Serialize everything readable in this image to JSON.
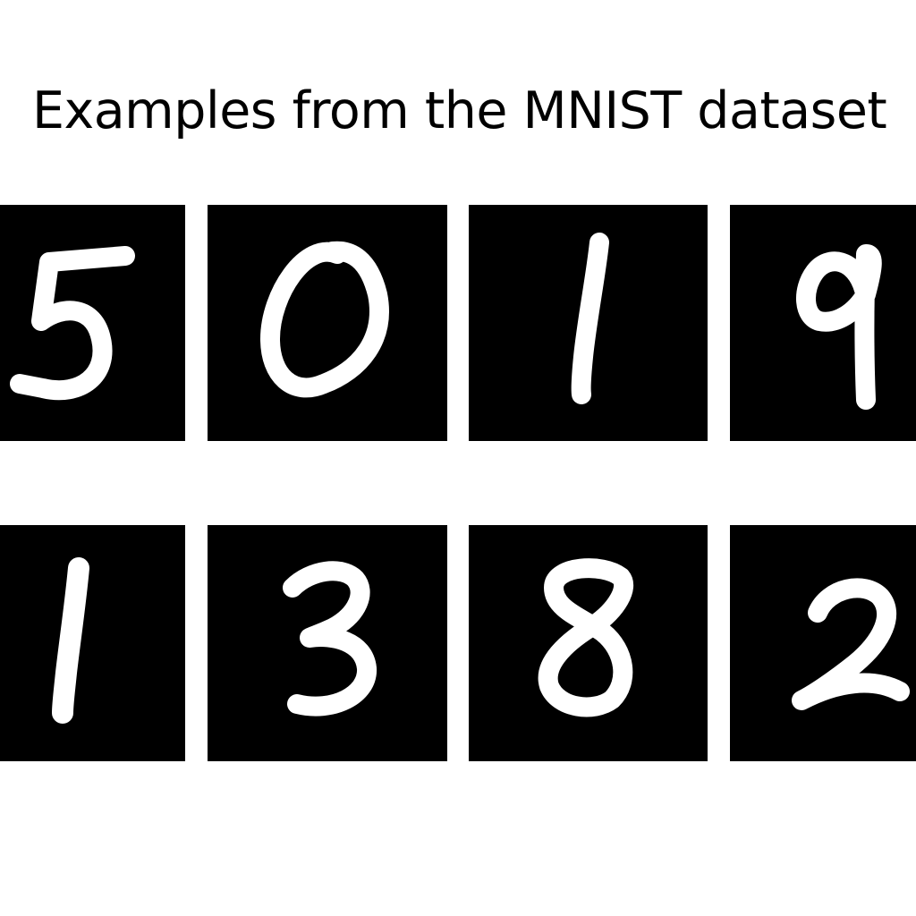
{
  "title": "Examples from the MNIST dataset",
  "colors": {
    "background": "#ffffff",
    "tile_background": "#000000",
    "digit_ink": "#ffffff",
    "title_text": "#000000"
  },
  "rows": [
    {
      "digits": [
        "5",
        "0",
        "1",
        "9"
      ]
    },
    {
      "digits": [
        "1",
        "3",
        "8",
        "2"
      ]
    }
  ]
}
